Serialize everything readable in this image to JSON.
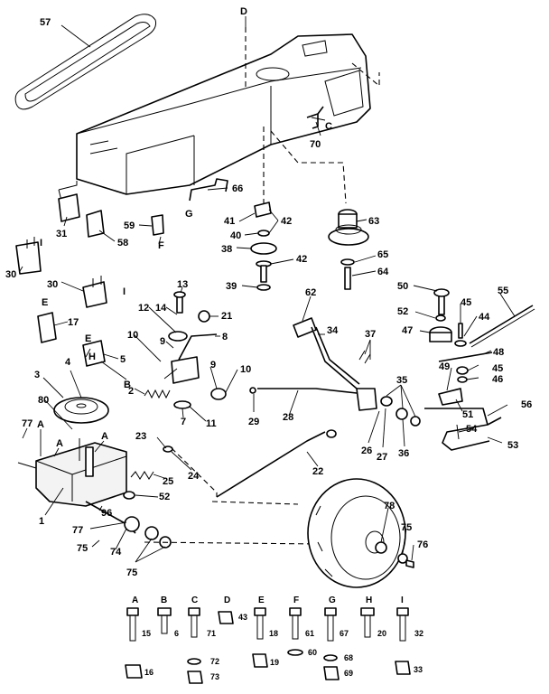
{
  "callouts": {
    "c57": "57",
    "cD": "D",
    "c70": "70",
    "cC": "C",
    "c66": "66",
    "cG": "G",
    "c41": "41",
    "c42a": "42",
    "c40": "40",
    "c38": "38",
    "c42b": "42",
    "c39": "39",
    "c63": "63",
    "c65": "65",
    "c64": "64",
    "c59": "59",
    "cF": "F",
    "c31": "31",
    "c58": "58",
    "c30a": "30",
    "c30b": "30",
    "cI1": "I",
    "cI2": "I",
    "c13": "13",
    "c12": "12",
    "c14": "14",
    "c21": "21",
    "c8": "8",
    "c10a": "10",
    "c9a": "9",
    "c9b": "9",
    "c10b": "10",
    "c2": "2",
    "c7": "7",
    "c11": "11",
    "cE1": "E",
    "c17": "17",
    "cE2": "E",
    "c5": "5",
    "cB": "B",
    "cH": "H",
    "c4": "4",
    "c3": "3",
    "c80": "80",
    "c77a": "77",
    "cA1": "A",
    "cA2": "A",
    "cA3": "A",
    "c1": "1",
    "c23": "23",
    "c24": "24",
    "c25": "25",
    "c52a": "52",
    "c96": "96",
    "c77b": "77",
    "c75a": "75",
    "c74": "74",
    "c75b": "75",
    "c62": "62",
    "c34": "34",
    "c37": "37",
    "c29": "29",
    "c28": "28",
    "c26": "26",
    "c27": "27",
    "c35": "35",
    "c36": "36",
    "c22": "22",
    "c78": "78",
    "c75c": "75",
    "c76": "76",
    "c50": "50",
    "c52b": "52",
    "c47": "47",
    "c45a": "45",
    "c44": "44",
    "c55": "55",
    "c48": "48",
    "c49": "49",
    "c45b": "45",
    "c46": "46",
    "c51": "51",
    "c56": "56",
    "c54": "54",
    "c53": "53"
  },
  "hardware_key": [
    {
      "letter": "A",
      "bolt": "15",
      "nut": "16"
    },
    {
      "letter": "B",
      "bolt": "6"
    },
    {
      "letter": "C",
      "bolt": "71",
      "washer": "72",
      "nut": "73"
    },
    {
      "letter": "D",
      "nut": "43"
    },
    {
      "letter": "E",
      "bolt": "18",
      "nut": "19"
    },
    {
      "letter": "F",
      "bolt": "61",
      "washer": "60"
    },
    {
      "letter": "G",
      "bolt": "67",
      "washer": "68",
      "nut": "69"
    },
    {
      "letter": "H",
      "bolt": "20"
    },
    {
      "letter": "I",
      "bolt": "32",
      "nut": "33"
    }
  ]
}
